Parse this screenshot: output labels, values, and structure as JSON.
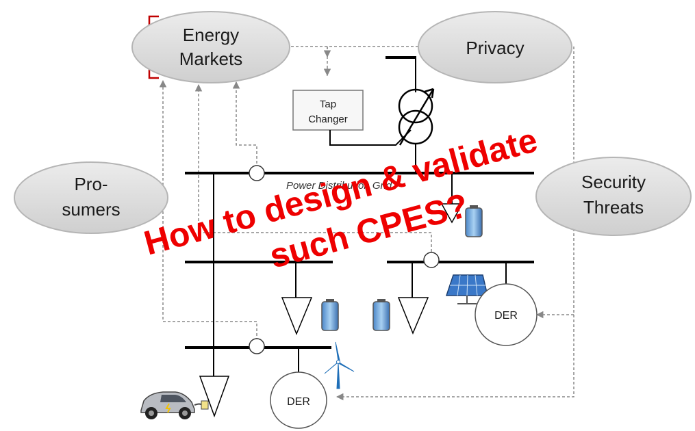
{
  "nodes": {
    "energy_markets": [
      "Energy",
      "Markets"
    ],
    "privacy": "Privacy",
    "prosumers": [
      "Pro-",
      "sumers"
    ],
    "security_threats": [
      "Security",
      "Threats"
    ]
  },
  "components": {
    "tap_changer": [
      "Tap",
      "Changer"
    ],
    "grid_label": "Power Distribution Grid",
    "der_1": "DER",
    "der_2": "DER"
  },
  "overlay": {
    "line1": "How to design & validate",
    "line2": "such CPES?"
  },
  "colors": {
    "ellipse_fill": "#d9d9d9",
    "ellipse_stroke": "#bfbfbf",
    "overlay_text": "#ee0000",
    "dashed_line": "#888888",
    "bus": "#000000"
  },
  "icons": [
    "transformer-icon",
    "battery-icon",
    "solar-panel-icon",
    "wind-turbine-icon",
    "electric-car-icon",
    "load-triangle-icon",
    "measurement-circle-icon"
  ]
}
